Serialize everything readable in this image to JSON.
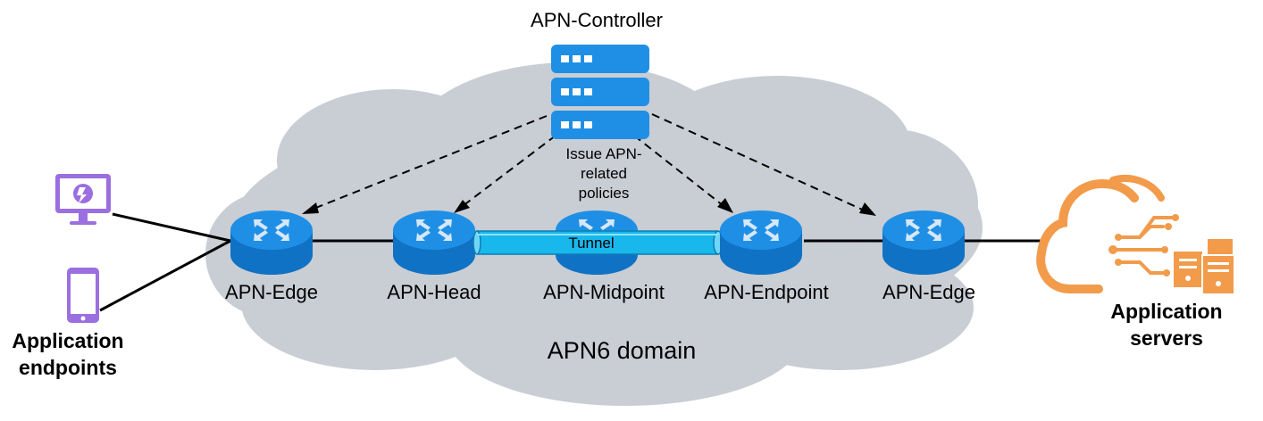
{
  "controller": {
    "label": "APN-Controller"
  },
  "policy_note": {
    "lines": [
      "Issue APN-",
      "related",
      "policies"
    ]
  },
  "domain": {
    "label": "APN6 domain"
  },
  "tunnel": {
    "label": "Tunnel"
  },
  "nodes": [
    {
      "label": "APN-Edge"
    },
    {
      "label": "APN-Head"
    },
    {
      "label": "APN-Midpoint"
    },
    {
      "label": "APN-Endpoint"
    },
    {
      "label": "APN-Edge"
    }
  ],
  "endpoints": {
    "lines": [
      "Application",
      "endpoints"
    ]
  },
  "servers": {
    "lines": [
      "Application",
      "servers"
    ]
  },
  "colors": {
    "cloud": "#c9cdd4",
    "router": "#1f8fe6",
    "router_dark": "#0e6fc0",
    "tunnel": "#17b6ea",
    "device": "#9b6fe0",
    "server_app": "#f29b4a",
    "server_controller": "#1f8fe6"
  },
  "icons": {
    "monitor": "monitor-icon",
    "phone": "smartphone-icon",
    "controller": "server-stack-icon",
    "router": "router-icon",
    "app_server": "cloud-server-icon"
  }
}
